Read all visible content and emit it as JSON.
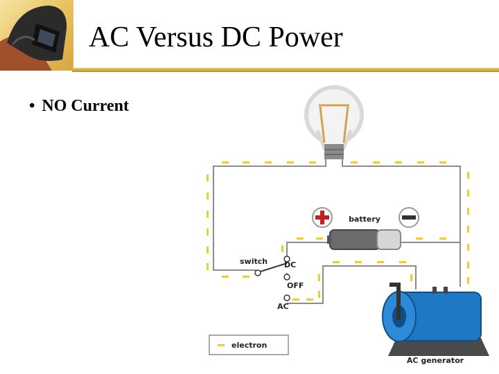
{
  "slide": {
    "title": "AC Versus DC Power",
    "bullets": [
      "NO Current"
    ]
  },
  "diagram": {
    "labels": {
      "battery": "battery",
      "switch": "switch",
      "dc": "DC",
      "off": "OFF",
      "ac": "AC",
      "legend": "electron",
      "generator": "AC generator"
    }
  },
  "colors": {
    "wire": "#8c8c8c",
    "electron": "#f2cf1e",
    "header_gold": "#d8a640",
    "plus_red": "#c42020",
    "generator_blue": "#1f78c4"
  }
}
